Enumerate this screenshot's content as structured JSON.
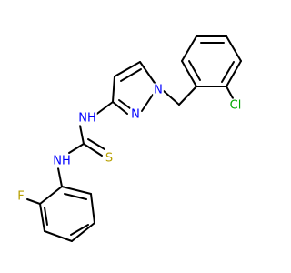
{
  "molecule": {
    "atom_labels": {
      "nh_upper": "NH",
      "nh_lower": "NH",
      "n_pyrazole_1": "N",
      "n_pyrazole_2": "N",
      "sulfur": "S",
      "chlorine": "Cl",
      "fluorine": "F"
    },
    "colors": {
      "bond": "#000000",
      "nitrogen": "#0000ff",
      "sulfur": "#b8a000",
      "chlorine": "#00a800",
      "fluorine": "#b8a000"
    }
  }
}
